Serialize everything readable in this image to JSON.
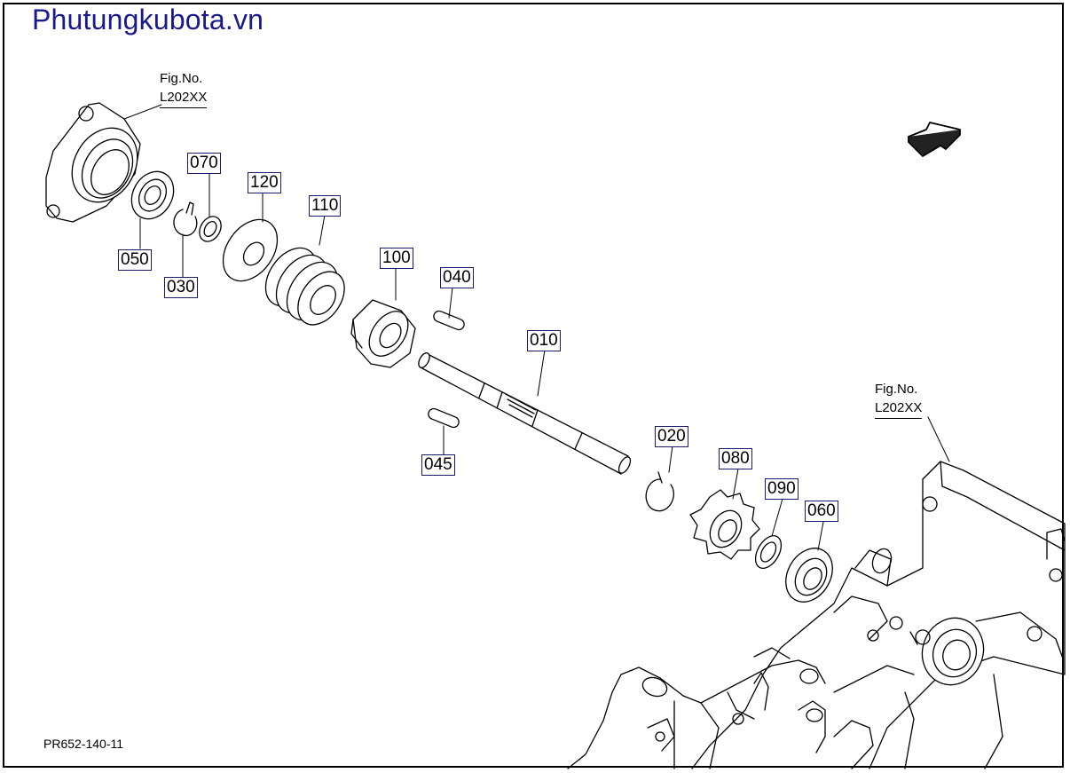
{
  "header": {
    "site": "Phutungkubota.vn"
  },
  "footer": {
    "ref_code": "PR652-140-11"
  },
  "fig_refs": [
    {
      "label": "Fig.No.",
      "number": "L202XX"
    },
    {
      "label": "Fig.No.",
      "number": "L202XX"
    }
  ],
  "parts": [
    "010",
    "020",
    "030",
    "040",
    "045",
    "050",
    "060",
    "070",
    "080",
    "090",
    "100",
    "110",
    "120"
  ],
  "icons": {
    "direction": "front-direction-arrow-icon"
  }
}
